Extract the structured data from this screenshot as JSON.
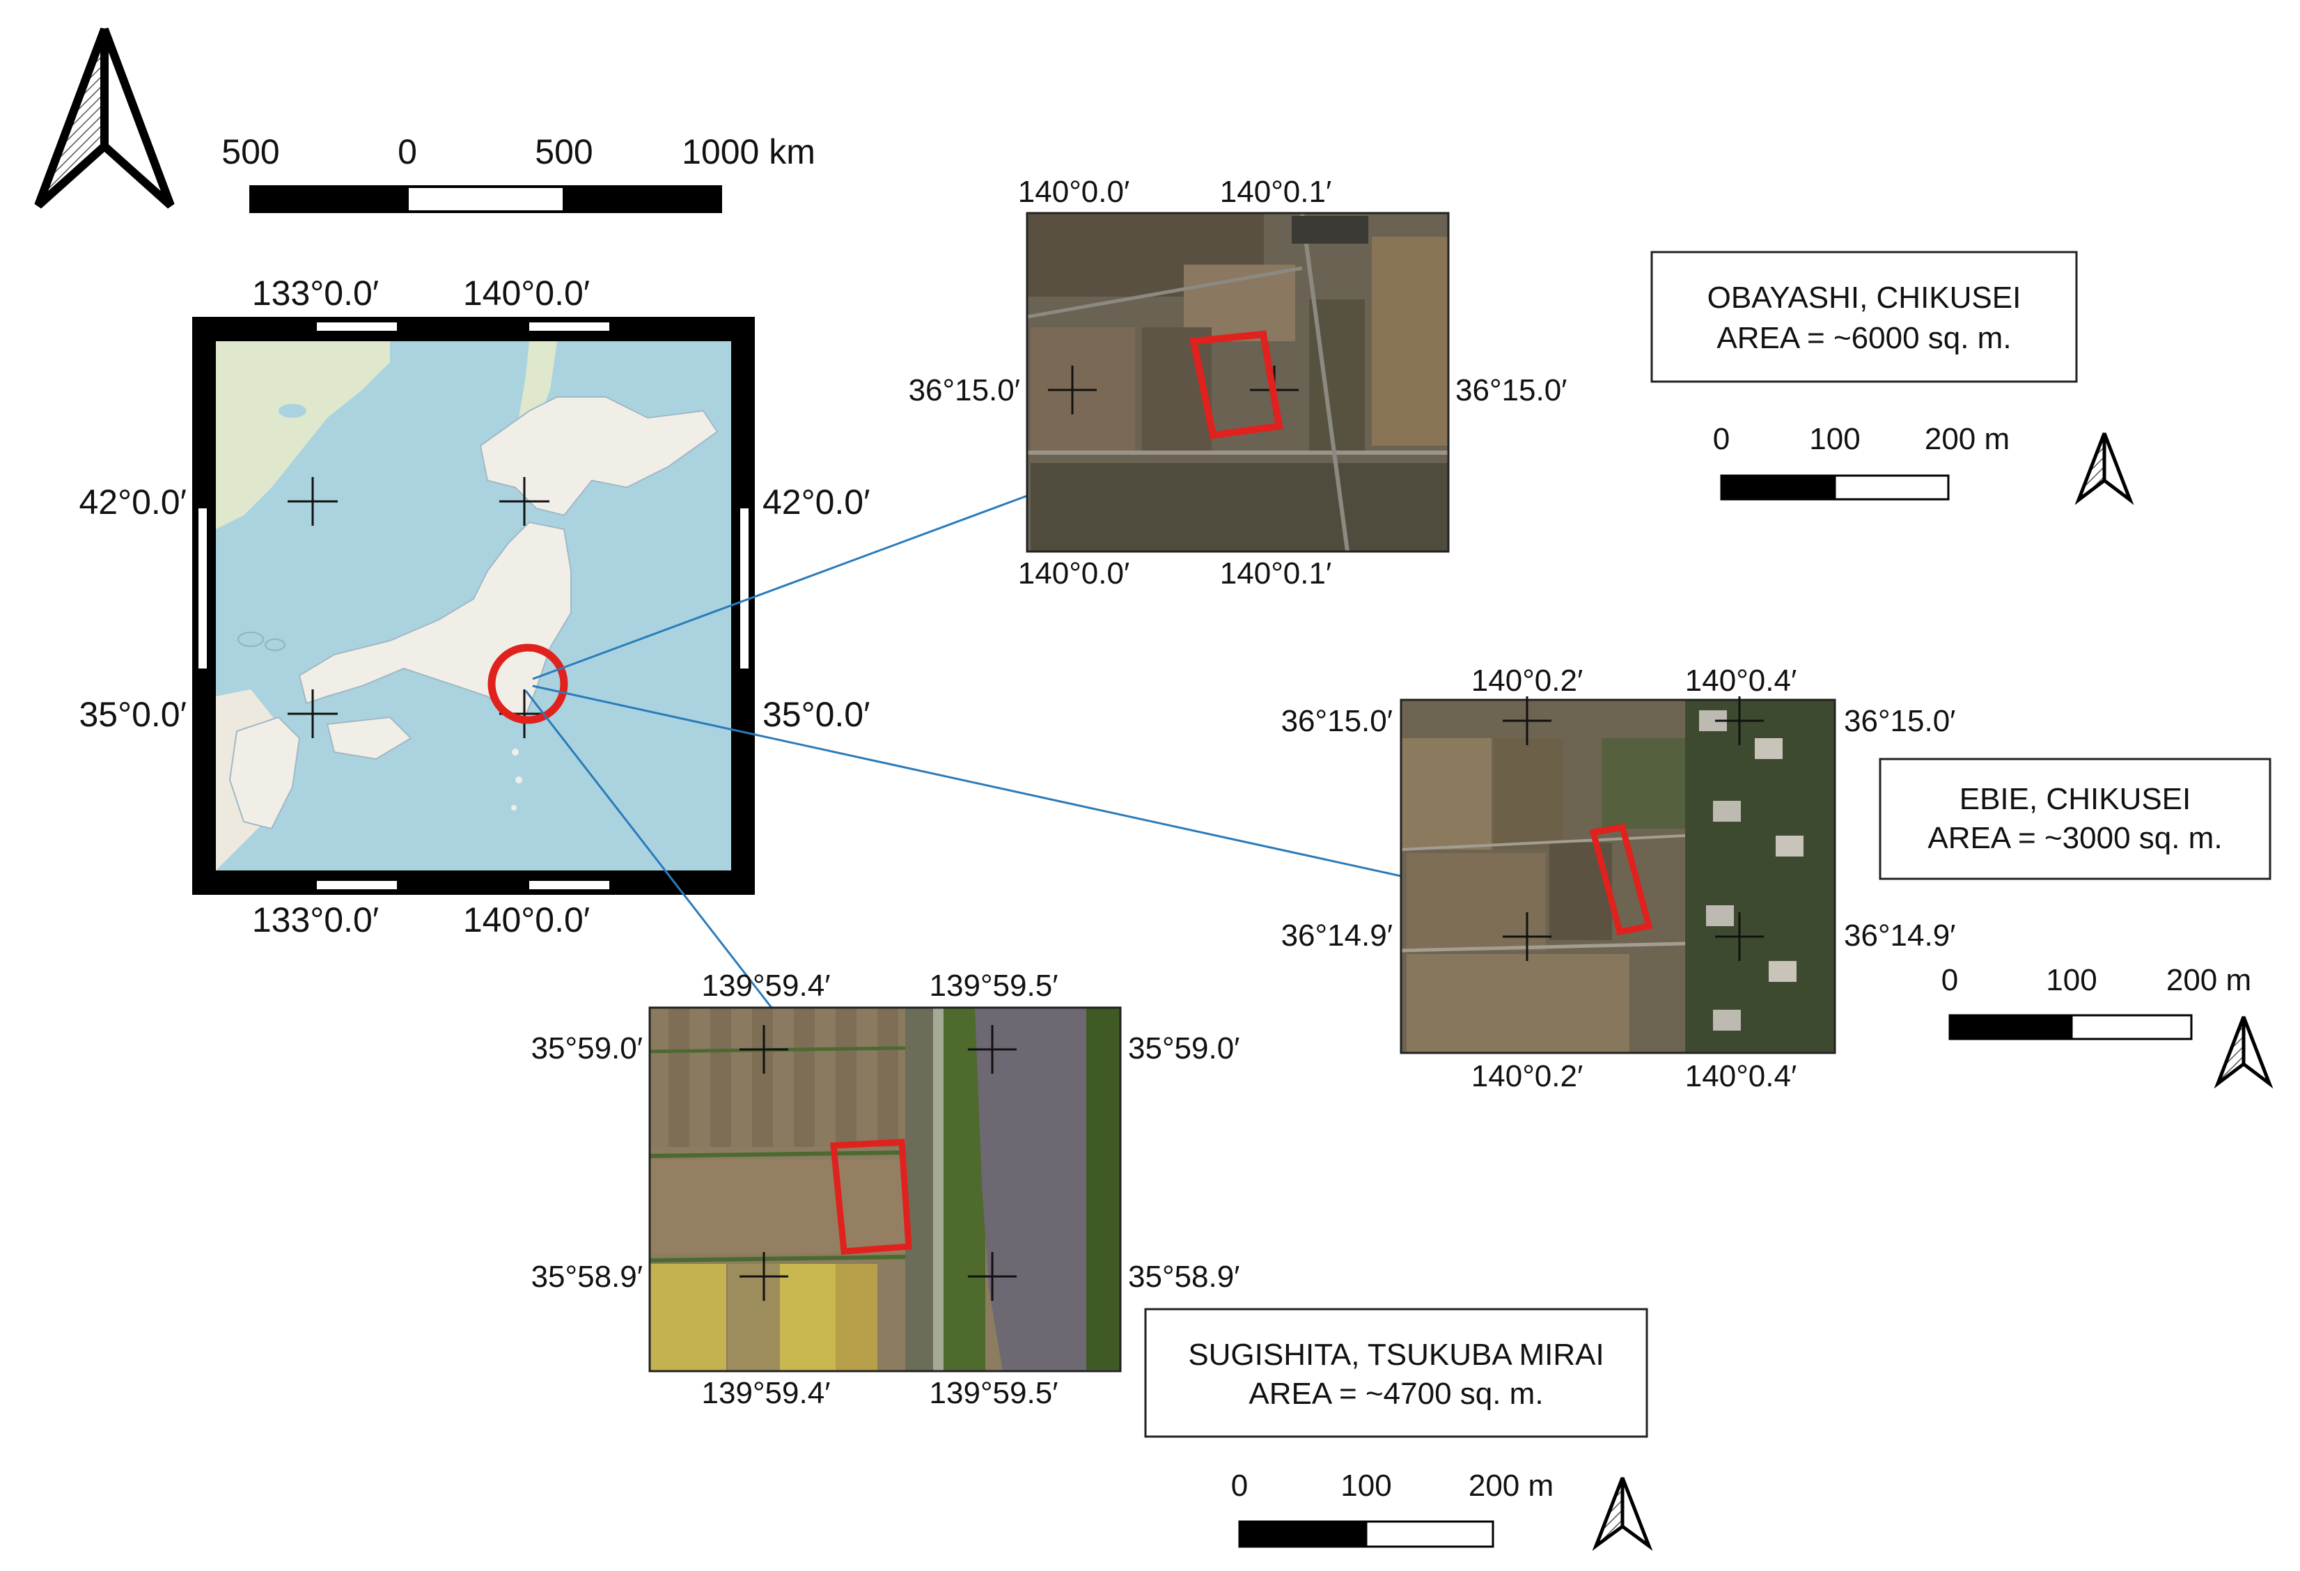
{
  "overview_map": {
    "scale_bar": {
      "labels": [
        "500",
        "0",
        "500",
        "1000 km"
      ]
    },
    "grid_top": [
      "133°0.0′",
      "140°0.0′"
    ],
    "grid_bottom": [
      "133°0.0′",
      "140°0.0′"
    ],
    "grid_left": [
      "42°0.0′",
      "35°0.0′"
    ],
    "grid_right": [
      "42°0.0′",
      "35°0.0′"
    ],
    "north_arrow_icon": "north-arrow-icon",
    "highlight_color": "#e0211d",
    "sea_color": "#aad3df",
    "land_color": "#f1eee8"
  },
  "sites": [
    {
      "id": "obayashi",
      "name": "OBAYASHI, CHIKUSEI",
      "area": "AREA = ~6000 sq. m.",
      "grid_top": [
        "140°0.0′",
        "140°0.1′"
      ],
      "grid_bottom": [
        "140°0.0′",
        "140°0.1′"
      ],
      "grid_left": [
        "36°15.0′"
      ],
      "grid_right": [
        "36°15.0′"
      ],
      "scale_bar": {
        "labels": [
          "0",
          "100",
          "200 m"
        ]
      }
    },
    {
      "id": "ebie",
      "name": "EBIE, CHIKUSEI",
      "area": "AREA = ~3000 sq. m.",
      "grid_top": [
        "140°0.2′",
        "140°0.4′"
      ],
      "grid_bottom": [
        "140°0.2′",
        "140°0.4′"
      ],
      "grid_left": [
        "36°15.0′",
        "36°14.9′"
      ],
      "grid_right": [
        "36°15.0′",
        "36°14.9′"
      ],
      "scale_bar": {
        "labels": [
          "0",
          "100",
          "200 m"
        ]
      }
    },
    {
      "id": "sugishita",
      "name": "SUGISHITA, TSUKUBA MIRAI",
      "area": "AREA = ~4700 sq. m.",
      "grid_top": [
        "139°59.4′",
        "139°59.5′"
      ],
      "grid_bottom": [
        "139°59.4′",
        "139°59.5′"
      ],
      "grid_left": [
        "35°59.0′",
        "35°58.9′"
      ],
      "grid_right": [
        "35°59.0′",
        "35°58.9′"
      ],
      "scale_bar": {
        "labels": [
          "0",
          "100",
          "200 m"
        ]
      }
    }
  ],
  "colors": {
    "field_outline": "#e0211d",
    "leader_line": "#2b7bba",
    "frame": "#000000"
  }
}
